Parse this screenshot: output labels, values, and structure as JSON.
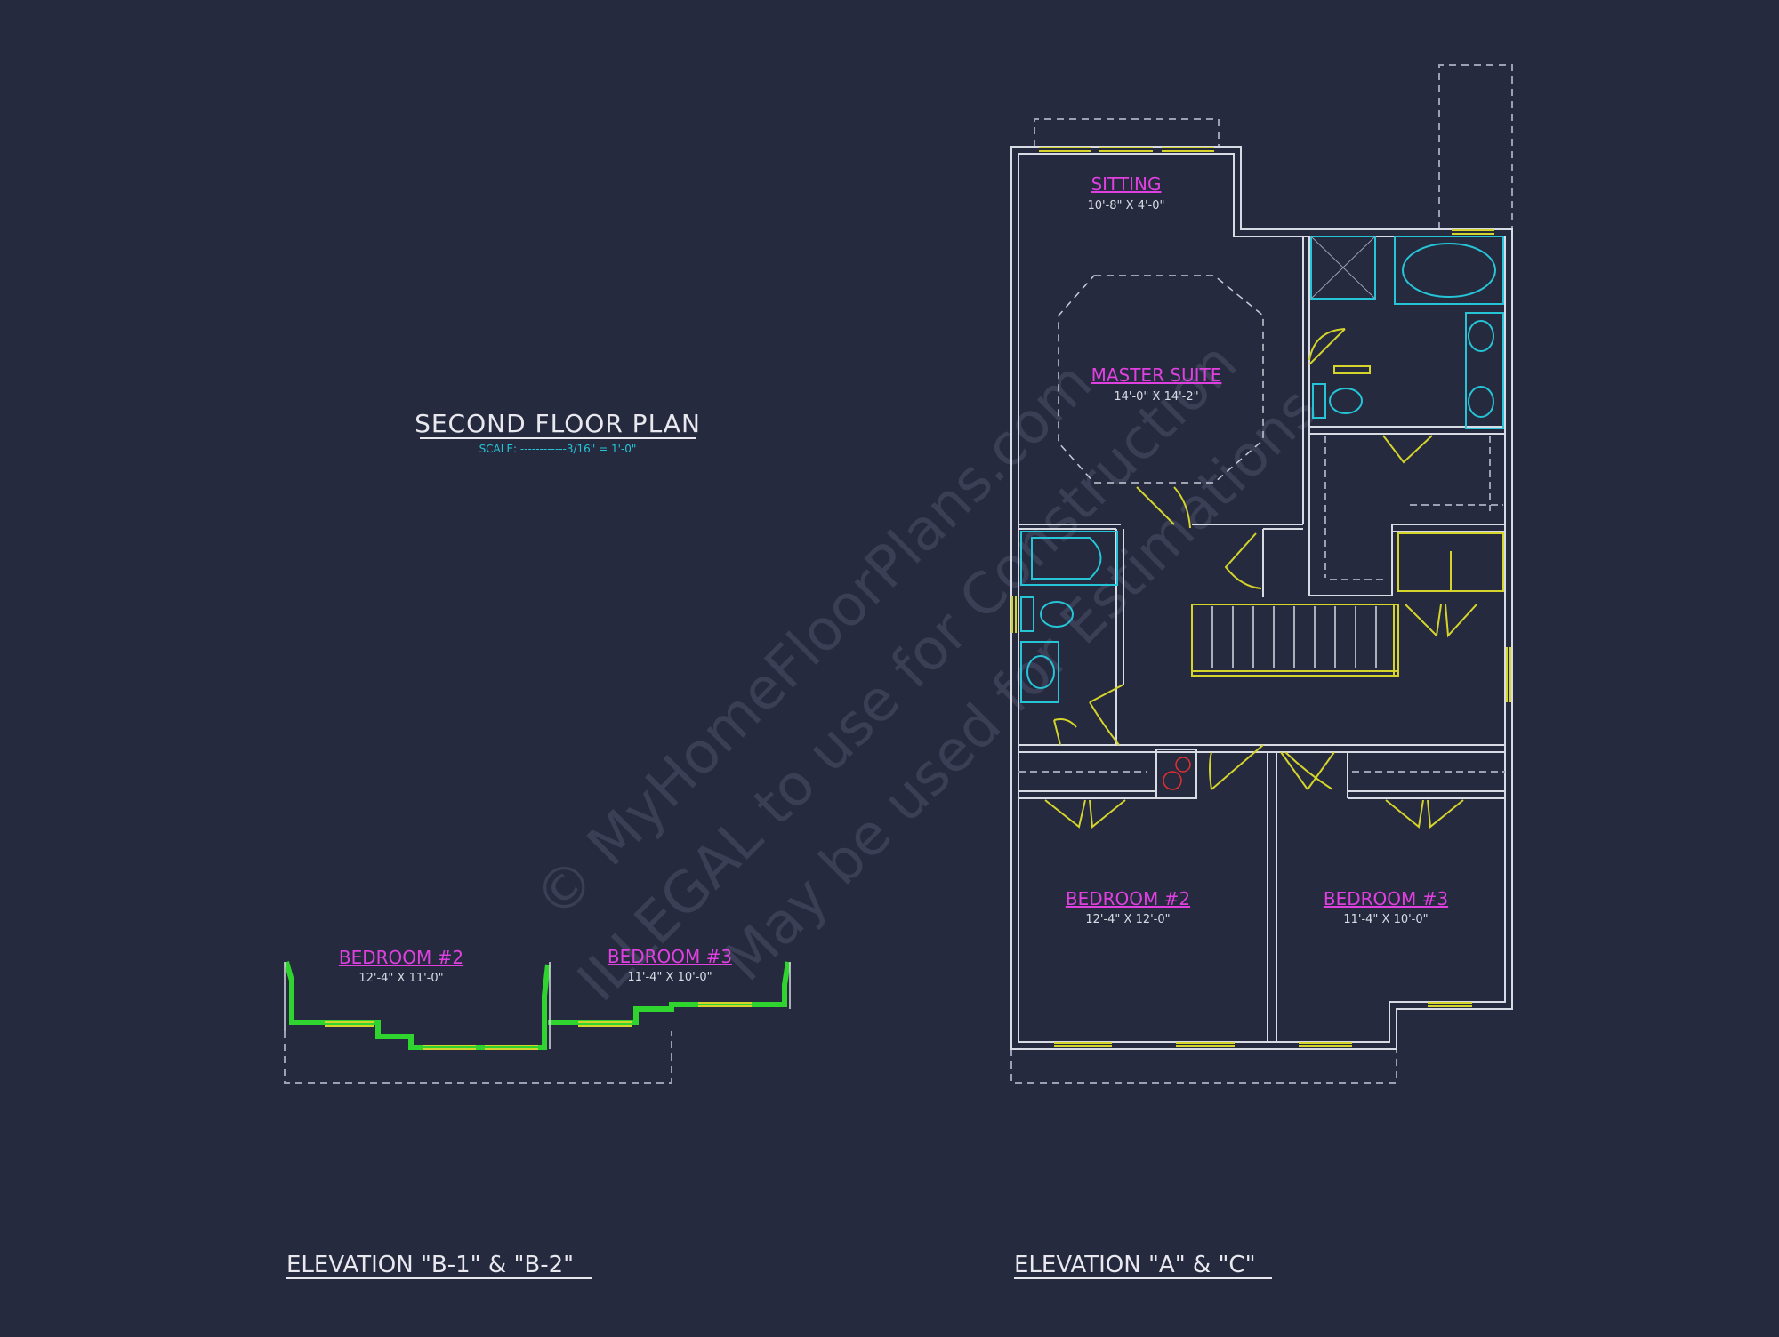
{
  "plan": {
    "title": "SECOND FLOOR PLAN",
    "scale": "SCALE: ------------3/16\" = 1'-0\""
  },
  "rooms": {
    "sitting": {
      "name": "SITTING",
      "dims": "10'-8\" X 4'-0\""
    },
    "master_suite": {
      "name": "MASTER SUITE",
      "dims": "14'-0\" X 14'-2\""
    },
    "bedroom2": {
      "name": "BEDROOM #2",
      "dims": "12'-4\" X 12'-0\""
    },
    "bedroom3": {
      "name": "BEDROOM #3",
      "dims": "11'-4\" X 10'-0\""
    }
  },
  "alt_rooms": {
    "bedroom2": {
      "name": "BEDROOM #2",
      "dims": "12'-4\" X 11'-0\""
    },
    "bedroom3": {
      "name": "BEDROOM #3",
      "dims": "11'-4\" X 10'-0\""
    }
  },
  "labels": {
    "elev_b": "ELEVATION \"B-1\" & \"B-2\"",
    "elev_a": "ELEVATION \"A\" & \"C\""
  },
  "watermark": {
    "line1": "© MyHomeFloorPlans.com",
    "line2": "ILLEGAL to use for Construction",
    "line3": "May be used for Estimations"
  },
  "colors": {
    "background": "#262a3f",
    "wall": "#d9dbe4",
    "room_label": "#e040e0",
    "fixture": "#25c4d6",
    "door": "#d4d42a",
    "alt_wall": "#2fd42f"
  }
}
